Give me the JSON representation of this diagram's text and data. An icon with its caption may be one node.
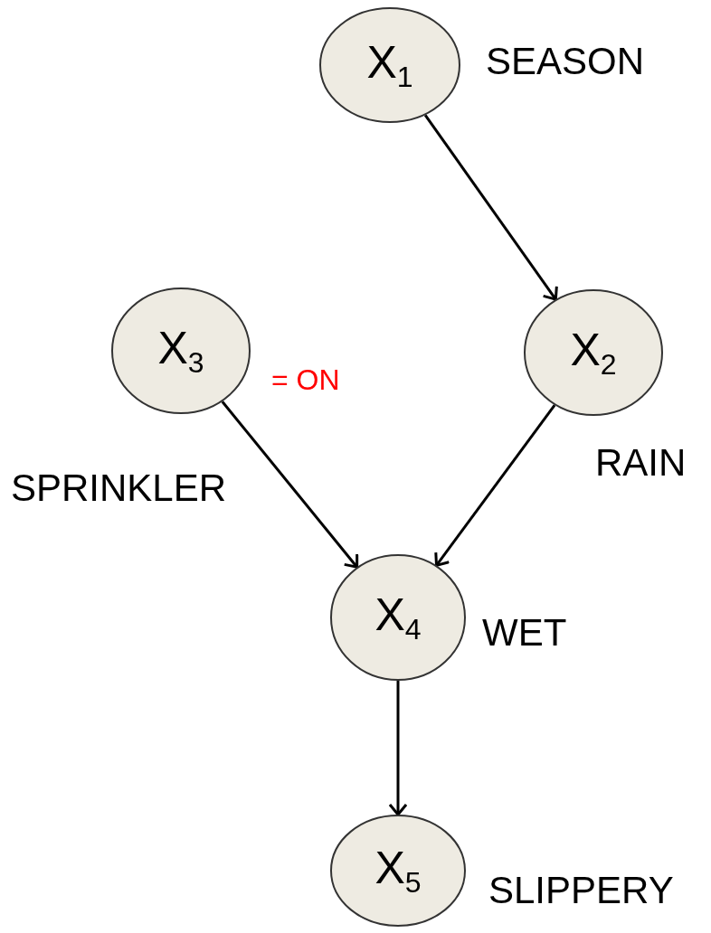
{
  "diagram": {
    "nodes": [
      {
        "text": [
          "X$_{1}$"
        ],
        "beside": [
          "SEASON"
        ]
      },
      {
        "text": [
          "X$_{2}$"
        ],
        "beside": [
          "RAIN"
        ]
      },
      {
        "text": [
          "X$_{3}$"
        ],
        "beside": [
          "= ON",
          "SPRINKLER"
        ]
      },
      {
        "text": [
          "X$_{4}$"
        ],
        "beside": [
          "WET"
        ]
      },
      {
        "text": [
          "X$_{5}$"
        ],
        "beside": [
          "SLIPPERY"
        ]
      }
    ],
    "edges": [
      {
        "from": 0,
        "to": 1,
        "arrow": "to"
      },
      {
        "from": 2,
        "to": 3,
        "arrow": "to"
      },
      {
        "from": 1,
        "to": 3,
        "arrow": "to"
      },
      {
        "from": 3,
        "to": 4,
        "arrow": "to"
      }
    ]
  }
}
